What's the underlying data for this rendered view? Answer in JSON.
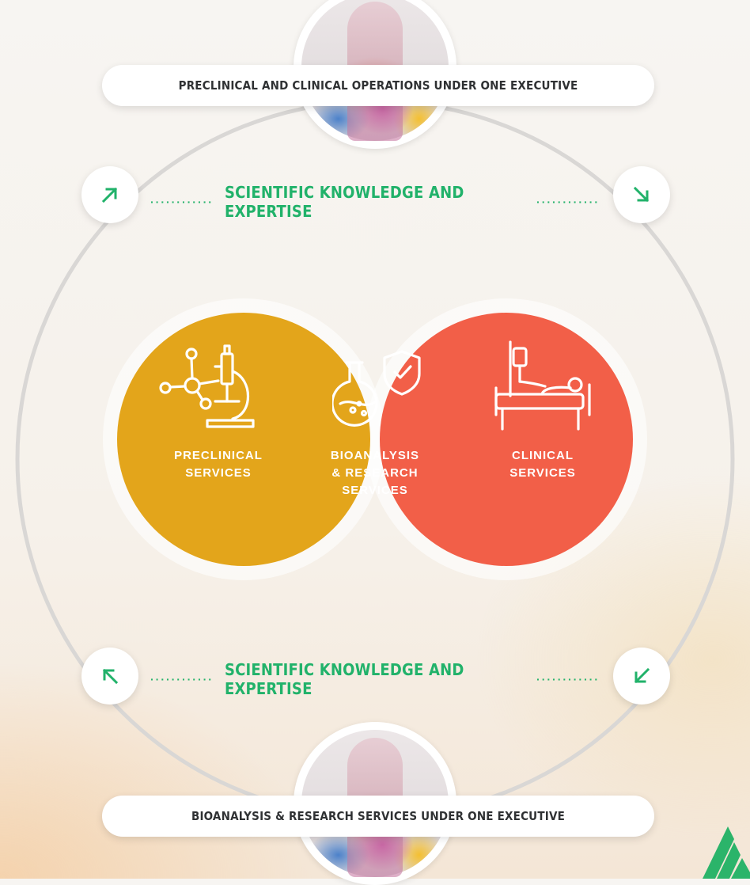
{
  "top_banner": {
    "text": "PRECLINICAL AND CLINICAL OPERATIONS UNDER ONE EXECUTIVE"
  },
  "bottom_banner": {
    "text": "BIOANALYSIS & RESEARCH SERVICES UNDER ONE EXECUTIVE"
  },
  "expertise_top": {
    "text": "SCIENTIFIC KNOWLEDGE AND EXPERTISE"
  },
  "expertise_bottom": {
    "text": "SCIENTIFIC KNOWLEDGE AND EXPERTISE"
  },
  "arrows": {
    "top_left": "arrow-up-right-icon",
    "top_right": "arrow-down-right-icon",
    "bottom_left": "arrow-up-left-icon",
    "bottom_right": "arrow-down-left-icon"
  },
  "venn": {
    "left": {
      "line1": "PRECLINICAL",
      "line2": "SERVICES",
      "color": "#e3a51b",
      "icon": "molecule-microscope-icon"
    },
    "center": {
      "line1": "BIOANALYSIS",
      "line2": "& RESEARCH",
      "line3": "SERVICES",
      "color": "#2fbdb8",
      "icon": "flask-shield-icon"
    },
    "right": {
      "line1": "CLINICAL",
      "line2": "SERVICES",
      "color": "#f25f48",
      "icon": "patient-bed-iv-icon"
    }
  },
  "colors": {
    "accent_green": "#21b26a",
    "ring": "#d5d3d1",
    "text_dark": "#2f3133"
  },
  "logo": {
    "icon": "company-logo-icon"
  }
}
